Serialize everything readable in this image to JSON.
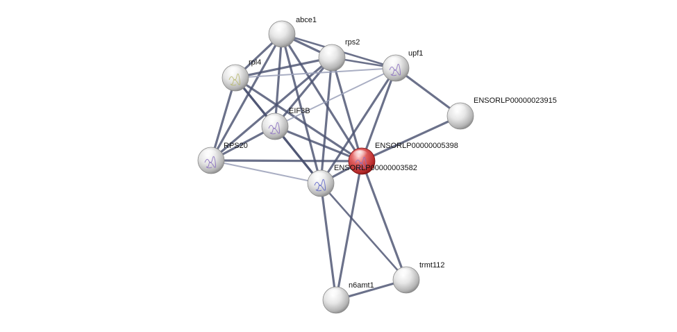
{
  "network": {
    "colors": {
      "edge": "#4a5270",
      "edge_light": "#9aa0b8",
      "node_default": "#d8d8d8",
      "node_query": "#d23c3c",
      "structure_purple": "#8a6fc0",
      "structure_blue": "#5a62c8",
      "structure_green": "#b8b870"
    },
    "nodes": [
      {
        "id": "abce1",
        "label": "abce1",
        "color": "node_default",
        "structure": ""
      },
      {
        "id": "rps2",
        "label": "rps2",
        "color": "node_default",
        "structure": ""
      },
      {
        "id": "upf1",
        "label": "upf1",
        "color": "node_default",
        "structure": "structure_purple"
      },
      {
        "id": "rpl4",
        "label": "rpl4",
        "color": "node_default",
        "structure": "structure_green"
      },
      {
        "id": "EIF3B",
        "label": "EIF3B",
        "color": "node_default",
        "structure": "structure_purple"
      },
      {
        "id": "RPS20",
        "label": "RPS20",
        "color": "node_default",
        "structure": "structure_purple"
      },
      {
        "id": "ENSORLP00000023915",
        "label": "ENSORLP00000023915",
        "color": "node_default",
        "structure": ""
      },
      {
        "id": "ENSORLP00000005398",
        "label": "ENSORLP00000005398",
        "color": "node_query",
        "structure": "structure_purple"
      },
      {
        "id": "ENSORLP00000003582",
        "label": "ENSORLP00000003582",
        "color": "node_default",
        "structure": "structure_blue"
      },
      {
        "id": "trmt112",
        "label": "trmt112",
        "color": "node_default",
        "structure": ""
      },
      {
        "id": "n6amt1",
        "label": "n6amt1",
        "color": "node_default",
        "structure": ""
      }
    ],
    "edges": [
      {
        "source": "abce1",
        "target": "rps2",
        "strength": "strong"
      },
      {
        "source": "abce1",
        "target": "upf1",
        "strength": "medium"
      },
      {
        "source": "abce1",
        "target": "rpl4",
        "strength": "strong"
      },
      {
        "source": "abce1",
        "target": "EIF3B",
        "strength": "strong"
      },
      {
        "source": "abce1",
        "target": "RPS20",
        "strength": "strong"
      },
      {
        "source": "abce1",
        "target": "ENSORLP00000005398",
        "strength": "strong"
      },
      {
        "source": "abce1",
        "target": "ENSORLP00000003582",
        "strength": "strong"
      },
      {
        "source": "rps2",
        "target": "rpl4",
        "strength": "strong"
      },
      {
        "source": "rps2",
        "target": "EIF3B",
        "strength": "strong"
      },
      {
        "source": "rps2",
        "target": "RPS20",
        "strength": "strong"
      },
      {
        "source": "rps2",
        "target": "upf1",
        "strength": "medium"
      },
      {
        "source": "rps2",
        "target": "ENSORLP00000005398",
        "strength": "strong"
      },
      {
        "source": "rps2",
        "target": "ENSORLP00000003582",
        "strength": "strong"
      },
      {
        "source": "rpl4",
        "target": "upf1",
        "strength": "light"
      },
      {
        "source": "rpl4",
        "target": "EIF3B",
        "strength": "strong"
      },
      {
        "source": "rpl4",
        "target": "RPS20",
        "strength": "strong"
      },
      {
        "source": "rpl4",
        "target": "ENSORLP00000005398",
        "strength": "strong"
      },
      {
        "source": "rpl4",
        "target": "ENSORLP00000003582",
        "strength": "strong"
      },
      {
        "source": "EIF3B",
        "target": "RPS20",
        "strength": "strong"
      },
      {
        "source": "EIF3B",
        "target": "upf1",
        "strength": "light"
      },
      {
        "source": "EIF3B",
        "target": "ENSORLP00000005398",
        "strength": "strong"
      },
      {
        "source": "EIF3B",
        "target": "ENSORLP00000003582",
        "strength": "strong"
      },
      {
        "source": "RPS20",
        "target": "ENSORLP00000005398",
        "strength": "strong"
      },
      {
        "source": "RPS20",
        "target": "ENSORLP00000003582",
        "strength": "light"
      },
      {
        "source": "upf1",
        "target": "ENSORLP00000023915",
        "strength": "strong"
      },
      {
        "source": "upf1",
        "target": "ENSORLP00000005398",
        "strength": "strong"
      },
      {
        "source": "upf1",
        "target": "ENSORLP00000003582",
        "strength": "strong"
      },
      {
        "source": "ENSORLP00000023915",
        "target": "ENSORLP00000005398",
        "strength": "strong"
      },
      {
        "source": "ENSORLP00000005398",
        "target": "ENSORLP00000003582",
        "strength": "strong"
      },
      {
        "source": "ENSORLP00000005398",
        "target": "trmt112",
        "strength": "strong"
      },
      {
        "source": "ENSORLP00000005398",
        "target": "n6amt1",
        "strength": "strong"
      },
      {
        "source": "ENSORLP00000003582",
        "target": "trmt112",
        "strength": "medium"
      },
      {
        "source": "ENSORLP00000003582",
        "target": "n6amt1",
        "strength": "strong"
      },
      {
        "source": "trmt112",
        "target": "n6amt1",
        "strength": "strong"
      }
    ]
  }
}
